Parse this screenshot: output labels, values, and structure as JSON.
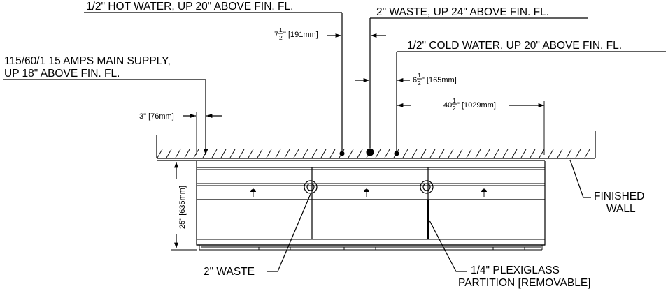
{
  "callouts": {
    "hot_water": "1/2\" HOT WATER, UP 20\" ABOVE FIN. FL.",
    "waste_top": "2\" WASTE, UP 24\" ABOVE FIN. FL.",
    "cold_water": "1/2\" COLD WATER, UP 20\" ABOVE FIN. FL.",
    "main_supply_line1": "115/60/1 15 AMPS MAIN SUPPLY,",
    "main_supply_line2": "UP 18\" ABOVE FIN. FL.",
    "finished_wall_line1": "FINISHED",
    "finished_wall_line2": "WALL",
    "waste_bottom": "2\" WASTE",
    "partition_line1": "1/4\" PLEXIGLASS",
    "partition_line2": "PARTITION [REMOVABLE]"
  },
  "dimensions": {
    "d_7_5": {
      "whole": "7",
      "num": "1",
      "den": "2",
      "rest": "\" [191mm]"
    },
    "d_6_5": {
      "whole": "6",
      "num": "1",
      "den": "2",
      "rest": "\" [165mm]"
    },
    "d_40_5": {
      "whole": "40",
      "num": "1",
      "den": "2",
      "rest": "\" [1029mm]"
    },
    "d_3": "3\" [76mm]",
    "d_25": "25\" [635mm]"
  }
}
